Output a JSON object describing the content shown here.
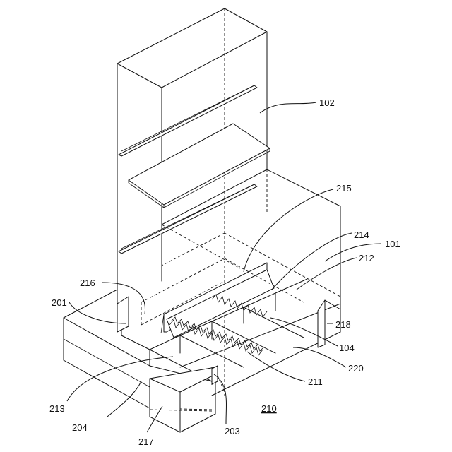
{
  "labels": {
    "l101": "101",
    "l102": "102",
    "l104": "104",
    "l201": "201",
    "l203": "203",
    "l204": "204",
    "l210": "210",
    "l211": "211",
    "l212": "212",
    "l213": "213",
    "l214": "214",
    "l215": "215",
    "l216": "216",
    "l217": "217",
    "l218": "218",
    "l220": "220"
  }
}
